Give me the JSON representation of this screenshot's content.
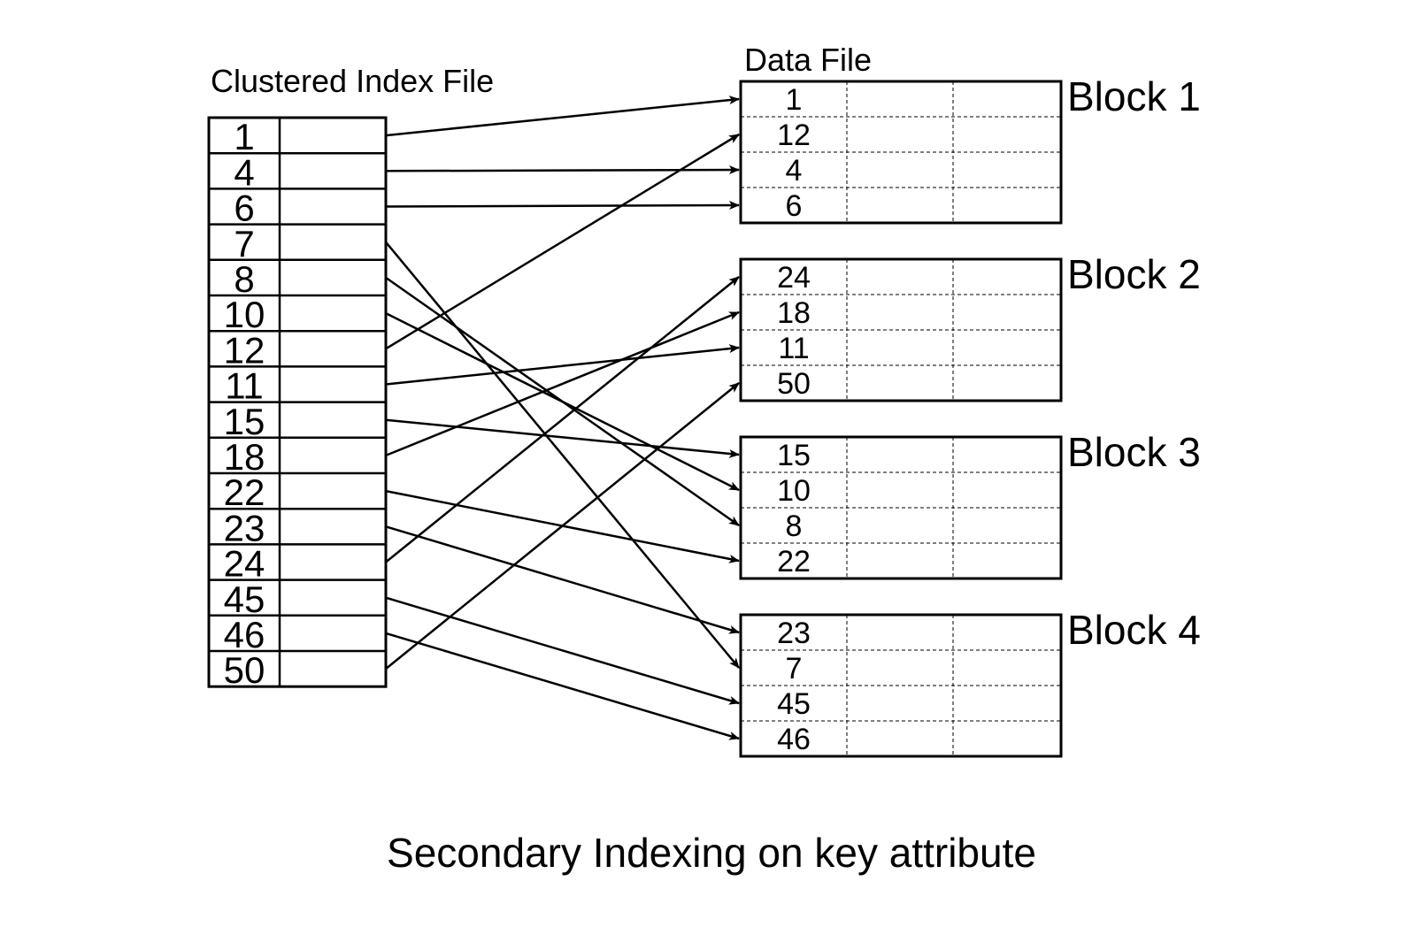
{
  "index_title": "Clustered Index File",
  "data_title": "Data File",
  "caption": "Secondary Indexing on  key attribute",
  "index_keys": [
    "1",
    "4",
    "6",
    "7",
    "8",
    "10",
    "12",
    "11",
    "15",
    "18",
    "22",
    "23",
    "24",
    "45",
    "46",
    "50"
  ],
  "blocks": [
    {
      "label": "Block 1",
      "records": [
        "1",
        "12",
        "4",
        "6"
      ]
    },
    {
      "label": "Block 2",
      "records": [
        "24",
        "18",
        "11",
        "50"
      ]
    },
    {
      "label": "Block 3",
      "records": [
        "15",
        "10",
        "8",
        "22"
      ]
    },
    {
      "label": "Block 4",
      "records": [
        "23",
        "7",
        "45",
        "46"
      ]
    }
  ]
}
